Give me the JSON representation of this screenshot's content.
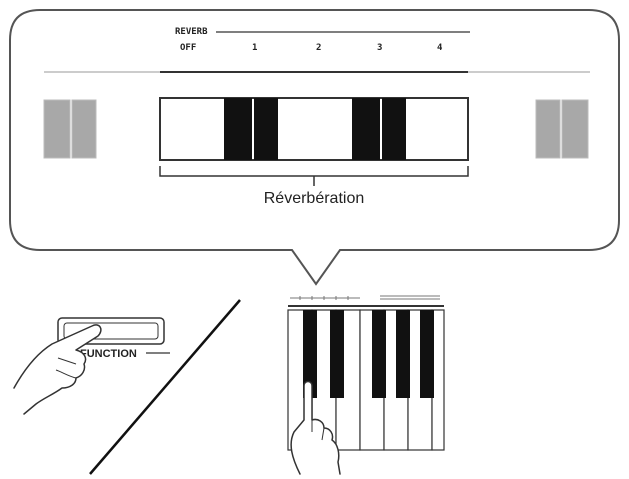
{
  "reverb_selector": {
    "header": "REVERB",
    "settings": [
      "OFF",
      "1",
      "2",
      "3",
      "4"
    ]
  },
  "keyboard_caption": "Réverbération",
  "function_button": {
    "label": "FUNCTION"
  },
  "colors": {
    "outline": "#555555",
    "black_key": "#111111",
    "faded_key": "#a8a8a8",
    "faded_key_line": "#bbbbbb"
  }
}
